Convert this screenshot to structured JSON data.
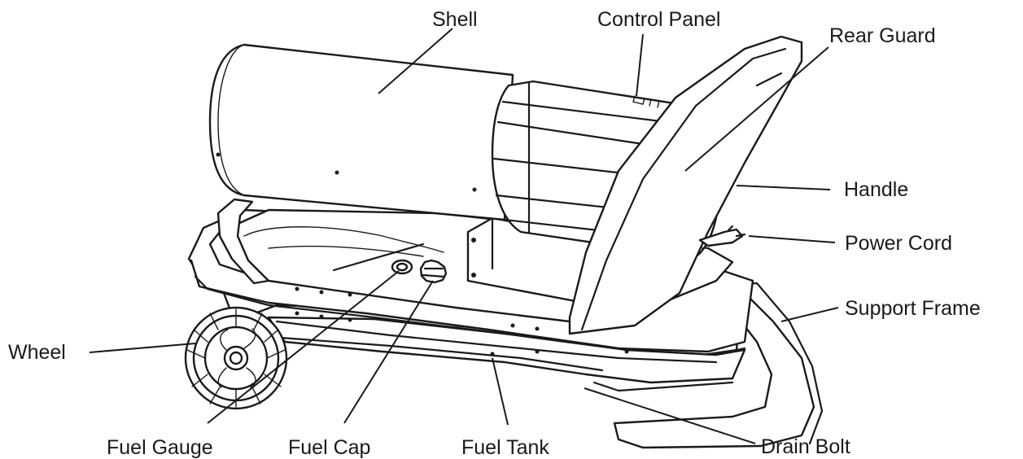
{
  "diagram": {
    "line_color": "#1a1a1a",
    "background": "#ffffff",
    "labels": {
      "shell": "Shell",
      "control_panel": "Control Panel",
      "rear_guard": "Rear Guard",
      "handle": "Handle",
      "power_cord": "Power Cord",
      "support_frame": "Support Frame",
      "wheel": "Wheel",
      "fuel_gauge": "Fuel Gauge",
      "fuel_cap": "Fuel Cap",
      "fuel_tank": "Fuel Tank",
      "drain_bolt": "Drain Bolt"
    }
  }
}
